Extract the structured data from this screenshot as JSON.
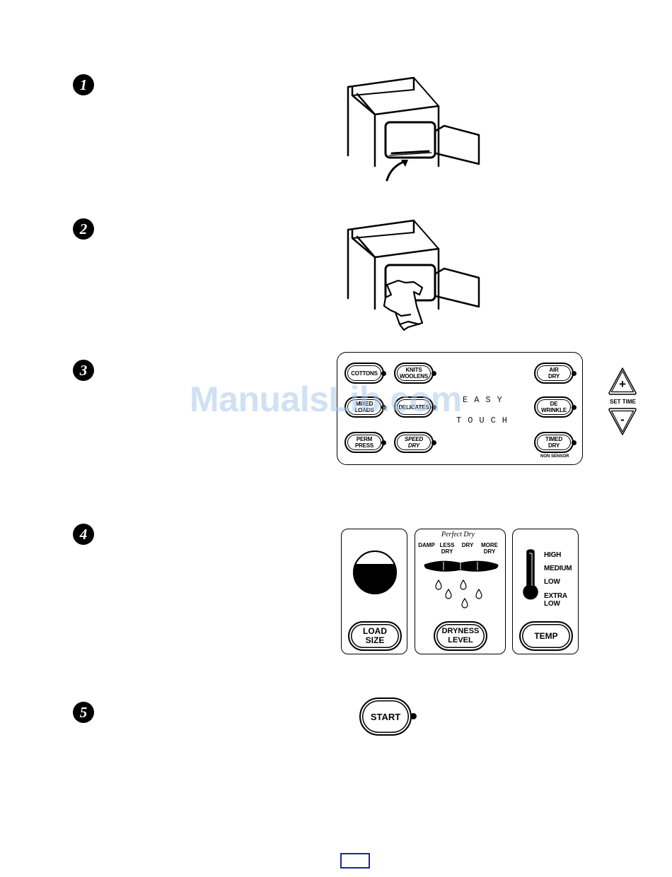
{
  "steps": [
    "1",
    "2",
    "3",
    "4",
    "5"
  ],
  "cycle_panel": {
    "buttons": {
      "cottons": [
        "COTTONS"
      ],
      "knits_woolens": [
        "KNITS",
        "WOOLENS"
      ],
      "mixed_loads": [
        "MIXED",
        "LOADS"
      ],
      "delicates": [
        "DELICATES"
      ],
      "perm_press": [
        "PERM",
        "PRESS"
      ],
      "speed_dry": [
        "SPEED",
        "DRY"
      ],
      "air_dry": [
        "AIR",
        "DRY"
      ],
      "de_wrinkle": [
        "DE",
        "WRINKLE"
      ],
      "timed_dry": [
        "TIMED",
        "DRY"
      ]
    },
    "easy_word": "EASY",
    "touch_word": "TOUCH",
    "non_sensor_label": "NON SENSOR",
    "set_time_label": "SET TIME",
    "plus_symbol": "+",
    "minus_symbol": "-"
  },
  "options_panel": {
    "load_size_label": [
      "LOAD",
      "SIZE"
    ],
    "dryness": {
      "title": "Perfect Dry",
      "levels": [
        [
          "DAMP"
        ],
        [
          "LESS",
          "DRY"
        ],
        [
          "DRY"
        ],
        [
          "MORE",
          "DRY"
        ]
      ],
      "button_label": [
        "DRYNESS",
        "LEVEL"
      ]
    },
    "temp": {
      "options": [
        [
          "HIGH"
        ],
        [
          "MEDIUM"
        ],
        [
          "LOW"
        ],
        [
          "EXTRA",
          "LOW"
        ]
      ],
      "button_label": "TEMP"
    }
  },
  "start_button_label": "START",
  "watermark": "ManualsLib.com",
  "icons": [
    "dryer-door-open-icon",
    "dryer-loading-clothes-icon",
    "thermometer-icon",
    "water-drop-icon",
    "load-level-circle-icon"
  ]
}
